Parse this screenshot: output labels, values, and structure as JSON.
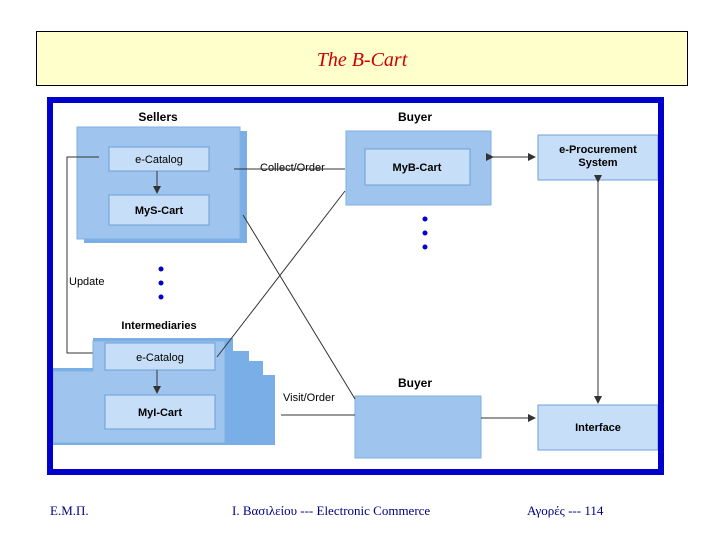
{
  "slide": {
    "title": "The B-Cart"
  },
  "diagram": {
    "sellers_label": "Sellers",
    "buyer_top_label": "Buyer",
    "buyer_bottom_label": "Buyer",
    "intermediaries_label": "Intermediaries",
    "seller_catalog": "e-Catalog",
    "seller_cart": "MyS-Cart",
    "buyer_cart": "MyB-Cart",
    "procurement_line1": "e-Procurement",
    "procurement_line2": "System",
    "intermediary_catalog": "e-Catalog",
    "intermediary_cart": "MyI-Cart",
    "interface": "Interface",
    "collect_order": "Collect/Order",
    "update": "Update",
    "visit_order": "Visit/Order"
  },
  "footer": {
    "left": "Ε.Μ.Π.",
    "center": "Ι. Βασιλείου --- Electronic Commerce",
    "right": "Αγορές --- 114"
  },
  "colors": {
    "frame_blue": "#0000cc",
    "box_fill": "#9fc5ee",
    "box_light": "#c6def7",
    "title_bg": "#ffffcc",
    "title_text": "#cc0000",
    "footer_text": "#000080"
  }
}
